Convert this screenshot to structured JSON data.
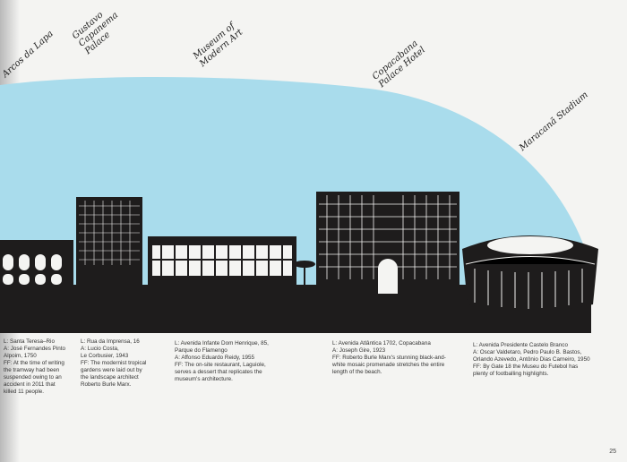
{
  "labels": {
    "arcos": "Arcos da Lapa",
    "capanema": "Gustavo\nCapanema\nPalace",
    "mam": "Museum of\nModern Art",
    "copacabana": "Copacabana\nPalace Hotel",
    "maracana": "Maracanã Stadium"
  },
  "captions": [
    {
      "lines": [
        "L: Santa Teresa–Rio",
        "A: José Fernandes Pinto",
        "Alpoim, 1750",
        "FF: At the time of writing",
        "the tramway had been",
        "suspended owing to an",
        "accident in 2011 that",
        "killed 11 people."
      ]
    },
    {
      "lines": [
        "L: Rua da Imprensa, 16",
        "A: Lucio Costa,",
        "Le Corbusier, 1943",
        "FF: The modernist tropical",
        "gardens were laid out by",
        "the landscape architect",
        "Roberto Burle Marx."
      ]
    },
    {
      "lines": [
        "L: Avenida Infante Dom Henrique, 85,",
        "Parque do Flamengo",
        "A: Affonso Eduardo Reidy, 1955",
        "FF: The on-site restaurant, Laguiole,",
        "serves a dessert that replicates the",
        "museum's architecture."
      ]
    },
    {
      "lines": [
        "L: Avenida Atlântica 1702, Copacabana",
        "A: Joseph Gire, 1923",
        "FF: Roberto Burle Marx's stunning black-and-",
        "white mosaic promenade stretches the entire",
        "length of the beach."
      ]
    },
    {
      "lines": [
        "L: Avenida Presidente Castelo Branco",
        "A: Oscar Valdetaro, Pedro Paulo B. Bastos,",
        "Orlando Azevedo, Antônio Dias Carneiro, 1950",
        "FF: By Gate 18 the Museu do Futebol has",
        "plenty of footballing highlights."
      ]
    }
  ],
  "page_number": "25",
  "colors": {
    "sky": "#a9dcec",
    "ink": "#1e1c1c",
    "paper": "#f4f4f2"
  }
}
